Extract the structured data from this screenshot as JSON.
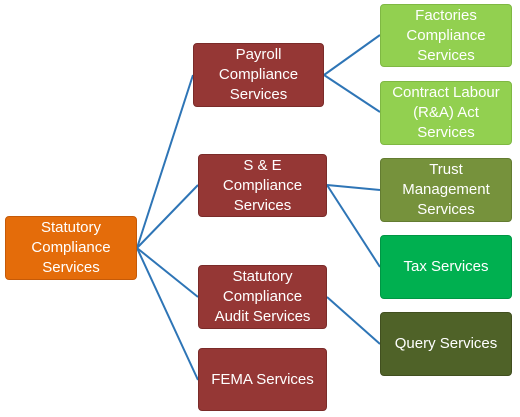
{
  "diagram": {
    "root": {
      "label": "Statutory\nCompliance\nServices",
      "color": "#e46c0a"
    },
    "services": [
      {
        "label": "Payroll\nCompliance\nServices",
        "color": "#953735"
      },
      {
        "label": "S & E\nCompliance\nServices",
        "color": "#953735"
      },
      {
        "label": "Statutory\nCompliance\nAudit Services",
        "color": "#953735"
      },
      {
        "label": "FEMA Services",
        "color": "#953735"
      }
    ],
    "sub_services": [
      {
        "label": "Factories\nCompliance\nServices",
        "color": "#92d050"
      },
      {
        "label": "Contract Labour\n(R&A) Act\nServices",
        "color": "#92d050"
      },
      {
        "label": "Trust\nManagement\nServices",
        "color": "#76923c"
      },
      {
        "label": "Tax Services",
        "color": "#00b050"
      },
      {
        "label": "Query Services",
        "color": "#4f6228"
      }
    ],
    "connector_color": "#2e75b6"
  }
}
